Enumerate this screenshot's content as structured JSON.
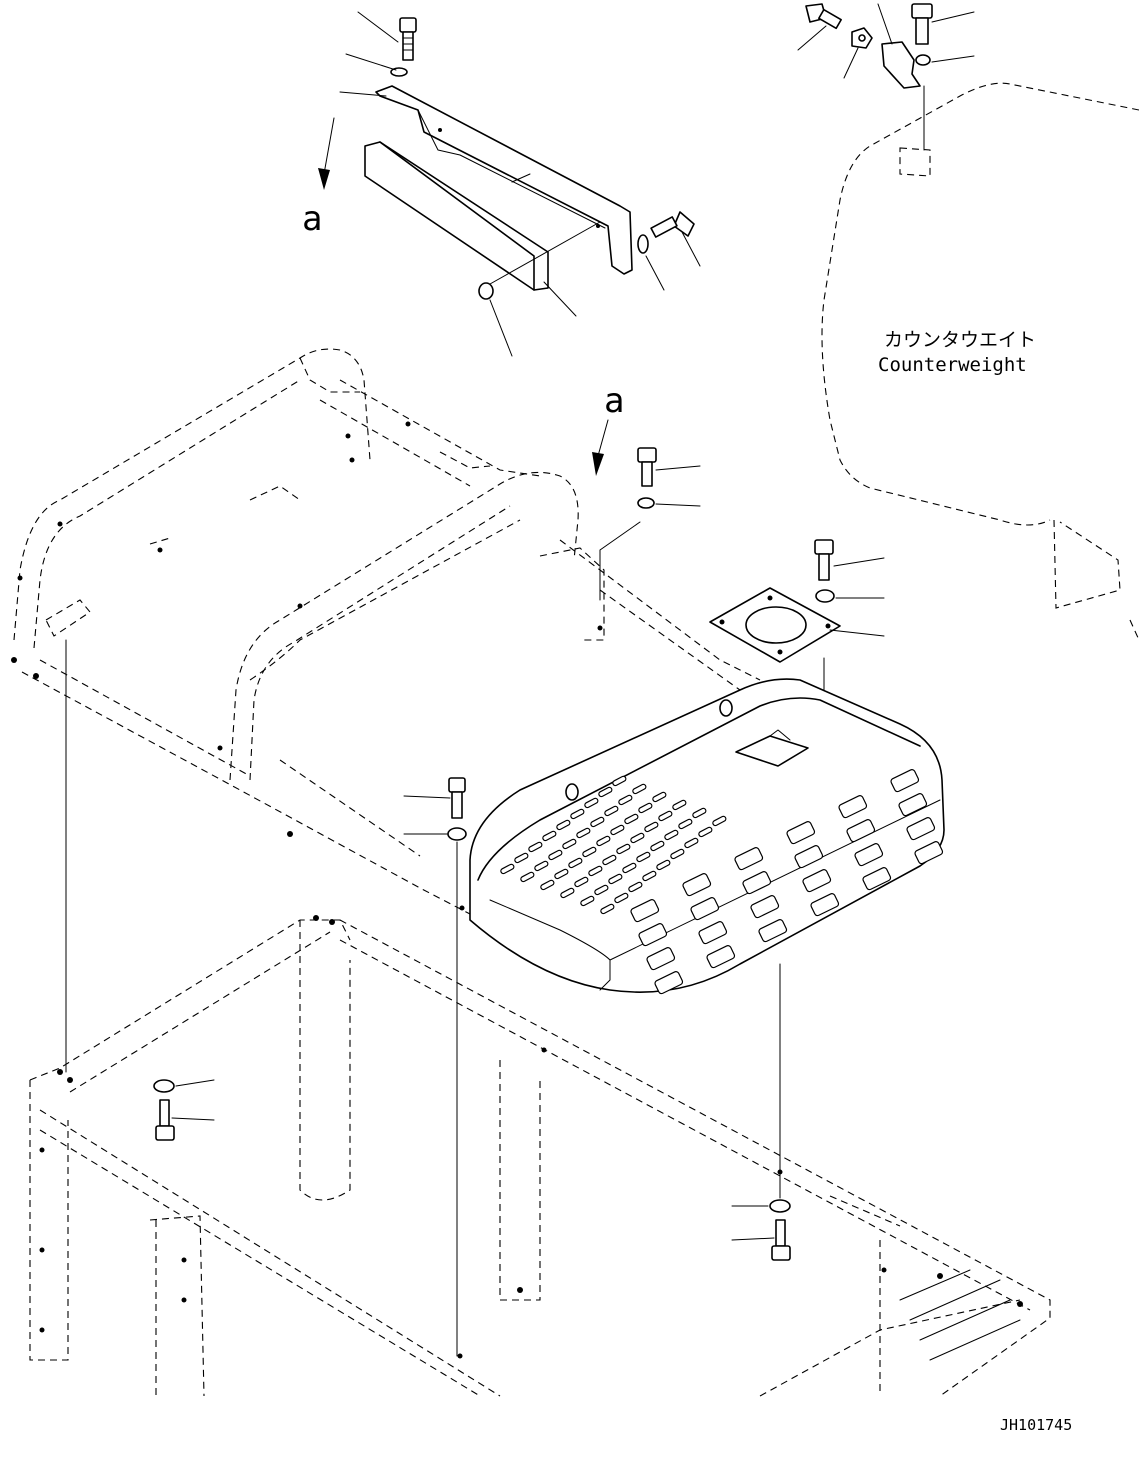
{
  "callouts": {
    "view_a_top": "a",
    "view_a_main": "a"
  },
  "counterweight": {
    "label_jp": "カウンタウエイト",
    "label_en": "Counterweight"
  },
  "drawing_number": "JH101745"
}
